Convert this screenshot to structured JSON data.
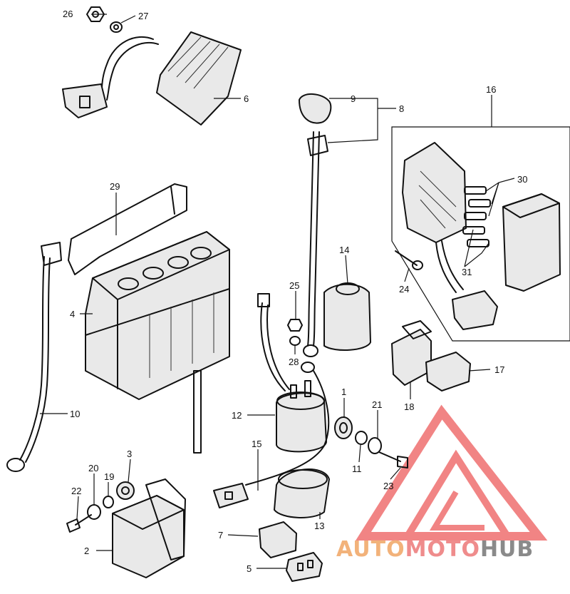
{
  "diagram": {
    "callouts": [
      "1",
      "2",
      "3",
      "4",
      "5",
      "6",
      "7",
      "8",
      "9",
      "10",
      "11",
      "12",
      "13",
      "14",
      "15",
      "16",
      "17",
      "18",
      "19",
      "20",
      "21",
      "22",
      "23",
      "24",
      "25",
      "26",
      "27",
      "28",
      "29",
      "30",
      "31"
    ]
  },
  "watermark": {
    "part1": "AUTO",
    "part2": "MOTO",
    "part3": "HUB",
    "colors": {
      "auto": "#f2b27a",
      "moto": "#ef8c8c",
      "hub": "#8a8a8a",
      "triangle": "#ef6f6f"
    }
  }
}
